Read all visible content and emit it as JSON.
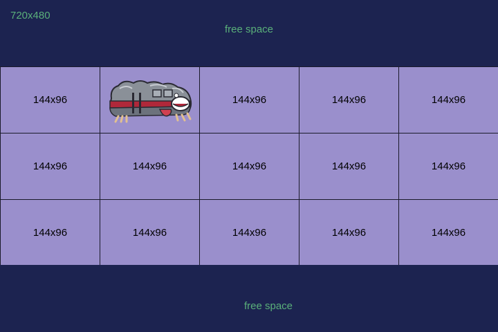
{
  "canvas": {
    "size_label": "720x480",
    "free_space_top": "free space",
    "free_space_bottom": "free space"
  },
  "tile_grid": {
    "rows": [
      [
        "144x96",
        "",
        "144x96",
        "144x96",
        "144x96"
      ],
      [
        "144x96",
        "144x96",
        "144x96",
        "144x96",
        "144x96"
      ],
      [
        "144x96",
        "144x96",
        "144x96",
        "144x96",
        "144x96"
      ]
    ],
    "sprite_cell": {
      "row": 0,
      "col": 1,
      "name": "rock-creature-sprite-icon"
    }
  },
  "colors": {
    "background": "#1c2350",
    "tile": "#9a8fcc",
    "label_green": "#5ab07a",
    "grid_line": "#1a1a2a"
  }
}
